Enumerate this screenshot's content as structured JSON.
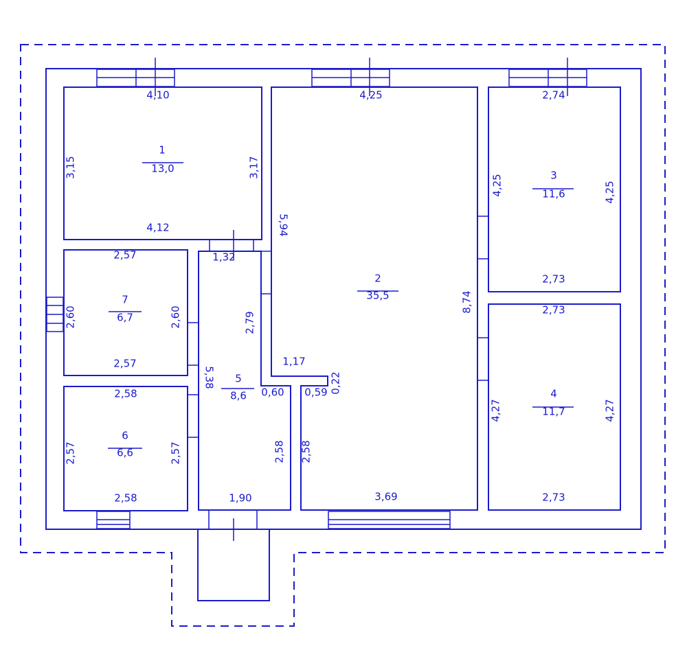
{
  "colors": {
    "line": "#1a1acc",
    "background": "#ffffff"
  },
  "rooms": [
    {
      "number": "1",
      "area": "13,0",
      "dims": [
        "4,10",
        "4,12",
        "3,15",
        "3,17"
      ]
    },
    {
      "number": "2",
      "area": "35,5",
      "dims": [
        "4,25",
        "5,94",
        "8,74",
        "1,17",
        "0,59",
        "0,22",
        "2,58",
        "3,69"
      ]
    },
    {
      "number": "3",
      "area": "11,6",
      "dims": [
        "2,74",
        "4,25",
        "4,25",
        "2,73"
      ]
    },
    {
      "number": "4",
      "area": "11,7",
      "dims": [
        "2,73",
        "4,27",
        "4,27",
        "2,73"
      ]
    },
    {
      "number": "5",
      "area": "8,6",
      "dims": [
        "1,32",
        "2,79",
        "5,38",
        "0,60",
        "2,58",
        "1,90"
      ]
    },
    {
      "number": "6",
      "area": "6,6",
      "dims": [
        "2,58",
        "2,57",
        "2,57",
        "2,58"
      ]
    },
    {
      "number": "7",
      "area": "6,7",
      "dims": [
        "2,57",
        "2,60",
        "2,60",
        "2,57"
      ]
    }
  ]
}
